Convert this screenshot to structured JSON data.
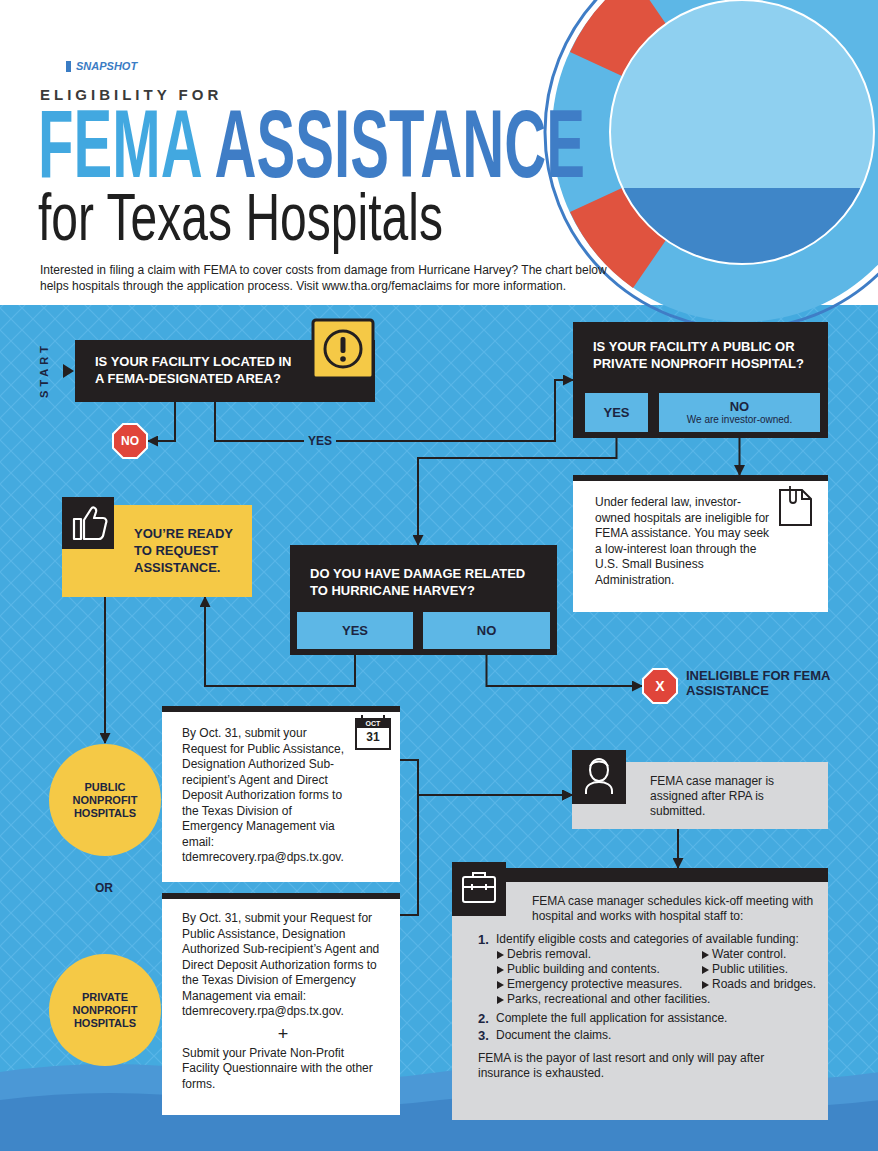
{
  "diagram": {
    "title": "FEMA ASSISTANCE",
    "nodes": [
      {
        "text": [
          "IS YOUR FACILITY LOCATED IN A FEMA-DESIGNATED AREA?"
        ]
      },
      {
        "text": [
          "NO"
        ]
      },
      {
        "text": [
          "IS YOUR FACILITY A PUBLIC OR PRIVATE NONPROFIT HOSPITAL?"
        ]
      },
      {
        "text": [
          "YES"
        ],
        "in": 2
      },
      {
        "text": [
          "NO",
          "We are investor-owned."
        ],
        "in": 2
      },
      {
        "text": [
          "Under federal law, investor-owned hospitals are ineligible for FEMA assistance. You may seek a low-interest loan through the U.S. Small Business Administration."
        ]
      },
      {
        "text": [
          "YOU’RE READY TO REQUEST ASSISTANCE."
        ]
      },
      {
        "text": [
          "DO YOU HAVE DAMAGE RELATED TO HURRICANE HARVEY?"
        ]
      },
      {
        "text": [
          "YES"
        ],
        "in": 7
      },
      {
        "text": [
          "NO"
        ],
        "in": 7
      },
      {
        "text": [
          "X",
          "INELIGIBLE FOR FEMA ASSISTANCE"
        ]
      },
      {
        "text": [
          "PUBLIC NONPROFIT HOSPITALS"
        ]
      },
      {
        "text": [
          "By Oct. 31, submit your Request for Public Assistance, Designation Authorized Sub-recipient’s Agent and Direct Deposit Authorization forms to the Texas Division of Emergency Management via email: tdemrecovery.rpa@dps.tx.gov."
        ]
      },
      {
        "text": [
          "FEMA case manager is assigned after RPA is submitted."
        ]
      },
      {
        "text": [
          "PRIVATE NONPROFIT HOSPITALS"
        ]
      },
      {
        "text": [
          "By Oct. 31, submit your Request for Public Assistance, Designation Authorized Sub-recipient’s Agent and Direct Deposit Authorization forms to the Texas Division of Emergency Management via email: tdemrecovery.rpa@dps.tx.gov.",
          "+",
          "Submit your Private Non-Profit Facility Questionnaire with the other forms."
        ]
      },
      {
        "text": [
          "FEMA case manager schedules kick-off meeting with hospital and works with hospital staff to:",
          "1.",
          "Identify eligible costs and categories of available funding:",
          "Debris removal.",
          "Water control.",
          "Public building and contents.",
          "Public utilities.",
          "Emergency protective measures.",
          "Roads and bridges.",
          "Parks, recreational and other facilities.",
          "2.",
          "Complete the full application for assistance.",
          "3.",
          "Document the claims.",
          "FEMA is the payor of last resort and only will pay after insurance is exhausted."
        ]
      }
    ],
    "edges": [
      {
        "from": 0,
        "to": 1,
        "arrow": "to"
      },
      {
        "from": 0,
        "to": 2,
        "label": "YES",
        "arrow": "to"
      },
      {
        "from": 3,
        "to": 7,
        "arrow": "to"
      },
      {
        "from": 4,
        "to": 5,
        "arrow": "to"
      },
      {
        "from": 8,
        "to": 6,
        "arrow": "to"
      },
      {
        "from": 9,
        "to": 10,
        "arrow": "to"
      },
      {
        "from": 6,
        "to": 11,
        "arrow": "to"
      },
      {
        "from": 12,
        "to": 13,
        "arrow": "to"
      },
      {
        "from": 15,
        "to": 13,
        "arrow": "to"
      },
      {
        "from": 13,
        "to": 16,
        "arrow": "to"
      }
    ],
    "labels": [
      "SNAPSHOT",
      "ELIGIBILITY FOR",
      "for Texas Hospitals",
      "Interested in filing a claim with FEMA to cover costs from damage from Hurricane Harvey? The chart below helps hospitals through the application process. Visit www.tha.org/femaclaims for more information.",
      "START",
      "OR",
      "OCT",
      "31"
    ]
  }
}
